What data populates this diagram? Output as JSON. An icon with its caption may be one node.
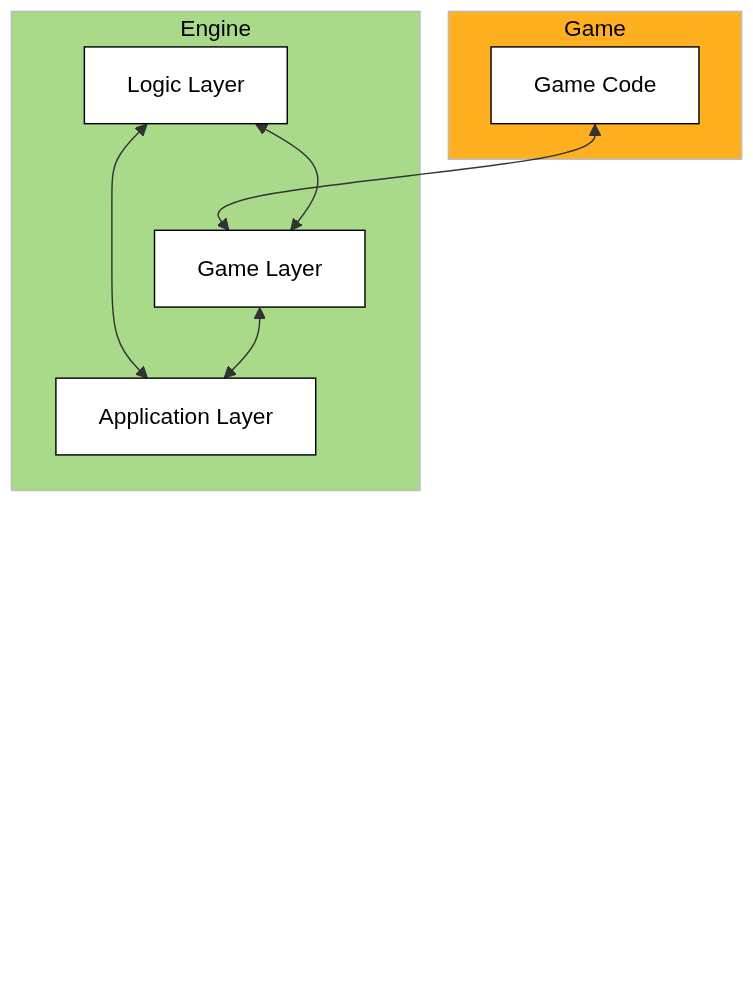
{
  "diagram": {
    "nodes": [
      {
        "text": [
          "Game"
        ]
      },
      {
        "text": [
          "Game Code"
        ],
        "in": 0
      },
      {
        "text": [
          "Engine"
        ]
      },
      {
        "text": [
          "Game Layer"
        ],
        "in": 2
      },
      {
        "text": [
          "Logic Layer"
        ],
        "in": 2
      },
      {
        "text": [
          "Application Layer"
        ],
        "in": 2
      }
    ],
    "edges": [
      {
        "from": 1,
        "to": 3,
        "arrow": "both"
      },
      {
        "from": 4,
        "to": 3,
        "arrow": "both"
      },
      {
        "from": 4,
        "to": 5,
        "arrow": "both"
      },
      {
        "from": 3,
        "to": 5,
        "arrow": "both"
      }
    ]
  }
}
